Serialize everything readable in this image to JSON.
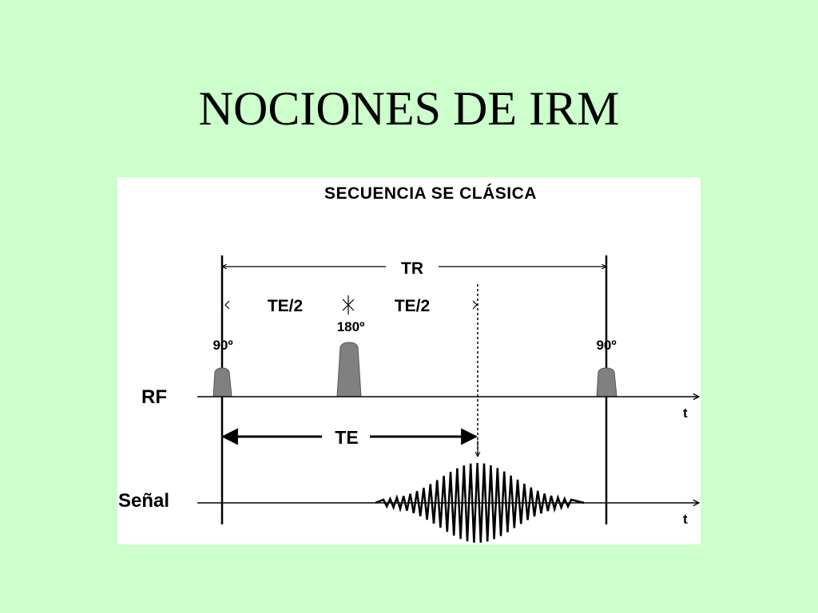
{
  "slide": {
    "title": "NOCIONES DE IRM",
    "background_color": "#ccffcc"
  },
  "diagram": {
    "title": "SECUENCIA SE CLÁSICA",
    "labels": {
      "tr": "TR",
      "te_half_left": "TE/2",
      "te_half_right": "TE/2",
      "pulse_180": "180º",
      "pulse_90_first": "90º",
      "pulse_90_second": "90º",
      "te": "TE",
      "rf_axis": "RF",
      "signal_axis": "Señal",
      "time_rf": "t",
      "time_signal": "t"
    },
    "colors": {
      "pulse_fill": "#808080",
      "line": "#000000",
      "panel": "#ffffff"
    }
  }
}
